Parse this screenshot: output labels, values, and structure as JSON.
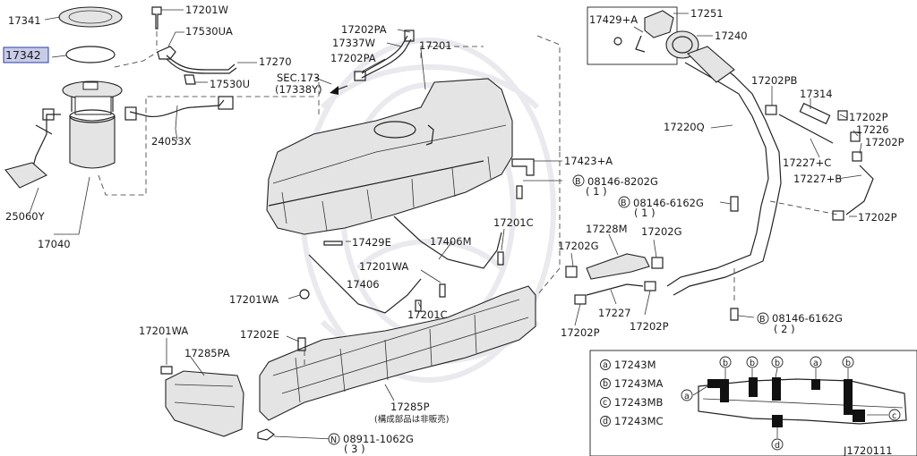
{
  "colors": {
    "line": "#222222",
    "highlight_fill": "#c9cce8",
    "highlight_stroke": "#2a3bb0",
    "watermark": "#e9e9ee",
    "clip_black": "#111111"
  },
  "labels": {
    "p17341": "17341",
    "p17342": "17342",
    "p17201W": "17201W",
    "p17530UA": "17530UA",
    "p17270": "17270",
    "p17530U": "17530U",
    "p24053X": "24053X",
    "p25060Y": "25060Y",
    "p17040": "17040",
    "p17202PA_a": "17202PA",
    "p17337W": "17337W",
    "p17202PA_b": "17202PA",
    "sec173": "SEC.173",
    "sec17338Y": "(17338Y)",
    "p17201": "17201",
    "p17429A": "17429+A",
    "p17251": "17251",
    "p17240": "17240",
    "p17202PB": "17202PB",
    "p17314": "17314",
    "p17220Q": "17220Q",
    "p17202P_a": "17202P",
    "p17226": "17226",
    "p17202P_b": "17202P",
    "p17227C": "17227+C",
    "p17227B": "17227+B",
    "p17202P_c": "17202P",
    "p17423A": "17423+A",
    "b08146_8202G": "08146-8202G",
    "q_8202G": "( 1 )",
    "b08146_6162G_a": "08146-6162G",
    "q_6162G_a": "( 1 )",
    "p17201C_a": "17201C",
    "p17429E": "17429E",
    "p17406M": "17406M",
    "p17228M": "17228M",
    "p17202G_a": "17202G",
    "p17202G_b": "17202G",
    "p17201WA_a": "17201WA",
    "p17406": "17406",
    "p17201WA_b": "17201WA",
    "p17201C_b": "17201C",
    "p17227": "17227",
    "p17202P_d": "17202P",
    "p17202P_e": "17202P",
    "b08146_6162G_b": "08146-6162G",
    "q_6162G_b": "( 2 )",
    "p17201WA_c": "17201WA",
    "p17285PA": "17285PA",
    "p17202E": "17202E",
    "p17285P": "17285P",
    "note_jp": "(構成部品は非販売)",
    "n08911_1062G": "08911-1062G",
    "q_1062G": "( 3 )",
    "diagram_code": "J1720111"
  },
  "markers": {
    "B": "B",
    "N": "N"
  },
  "legend": {
    "items": [
      {
        "key": "a",
        "part": "17243M"
      },
      {
        "key": "b",
        "part": "17243MA"
      },
      {
        "key": "c",
        "part": "17243MB"
      },
      {
        "key": "d",
        "part": "17243MC"
      }
    ],
    "callouts": [
      "b",
      "b",
      "b",
      "a",
      "b",
      "a",
      "c",
      "d"
    ]
  }
}
